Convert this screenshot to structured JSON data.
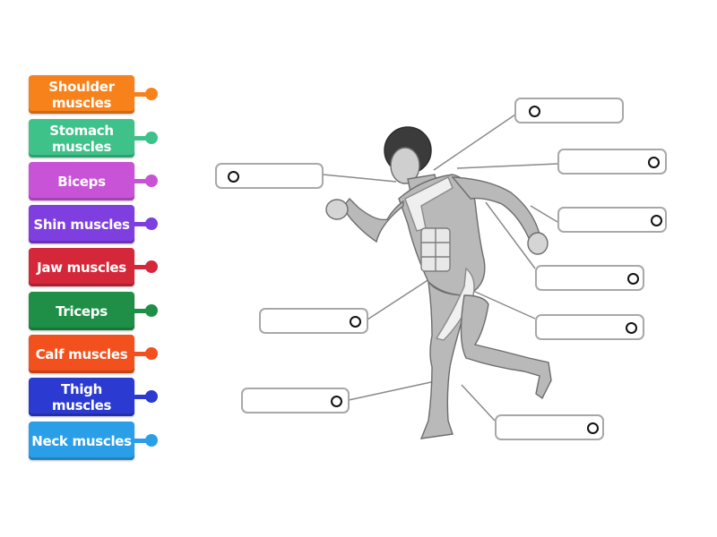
{
  "labels": [
    {
      "text": "Shoulder muscles",
      "line1": "Shoulder",
      "line2": "muscles",
      "color": "#f7821b"
    },
    {
      "text": "Stomach muscles",
      "line1": "Stomach",
      "line2": "muscles",
      "color": "#3ec28a"
    },
    {
      "text": "Biceps",
      "line1": "Biceps",
      "line2": "",
      "color": "#c853d6"
    },
    {
      "text": "Shin muscles",
      "line1": "Shin muscles",
      "line2": "",
      "color": "#7f3ee0"
    },
    {
      "text": "Jaw muscles",
      "line1": "Jaw muscles",
      "line2": "",
      "color": "#d4283a"
    },
    {
      "text": "Triceps",
      "line1": "Triceps",
      "line2": "",
      "color": "#1f8f48"
    },
    {
      "text": "Calf muscles",
      "line1": "Calf muscles",
      "line2": "",
      "color": "#f2501c"
    },
    {
      "text": "Thigh muscles",
      "line1": "Thigh",
      "line2": "muscles",
      "color": "#2b3ad0"
    },
    {
      "text": "Neck muscles",
      "line1": "Neck muscles",
      "line2": "",
      "color": "#2a9fe8"
    }
  ],
  "diagram": {
    "subject": "running human muscular system",
    "drop_zones": [
      {
        "id": "jaw-target",
        "value": ""
      },
      {
        "id": "neck-target",
        "value": ""
      },
      {
        "id": "shoulder-target",
        "value": ""
      },
      {
        "id": "triceps-target",
        "value": ""
      },
      {
        "id": "biceps-target",
        "value": ""
      },
      {
        "id": "stomach-target",
        "value": ""
      },
      {
        "id": "thigh-target",
        "value": ""
      },
      {
        "id": "shin-target",
        "value": ""
      },
      {
        "id": "calf-target",
        "value": ""
      }
    ]
  }
}
